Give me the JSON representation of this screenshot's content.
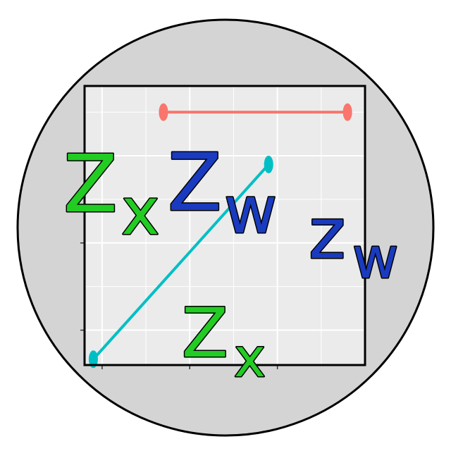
{
  "colors": {
    "background": "#ffffff",
    "badge_fill": "#d4d4d4",
    "panel_fill": "#ebebeb",
    "grid": "#ffffff",
    "outline": "#000000",
    "line_red": "#f8766d",
    "line_teal": "#00bfc4",
    "green_glyph": "#22cc22",
    "blue_glyph": "#1a3bbf"
  },
  "glyphs": {
    "zx_left_main": "Z",
    "zx_left_sub": "x",
    "zw_center_main": "Z",
    "zw_center_sub": "w",
    "zw_right_main": "z",
    "zw_right_sub": "w",
    "zx_bottom_main": "Z",
    "zx_bottom_sub": "x"
  },
  "chart_data": {
    "type": "line",
    "title": "",
    "xlabel": "",
    "ylabel": "",
    "grid": true,
    "legend": "none",
    "series": [
      {
        "color": "#f8766d",
        "x": [
          0.9,
          3.0
        ],
        "y": [
          4.75,
          4.75
        ]
      },
      {
        "color": "#00bfc4",
        "x": [
          0.1,
          2.1
        ],
        "y": [
          0.5,
          3.85
        ]
      }
    ],
    "xlim": [
      0,
      3.2
    ],
    "ylim": [
      0.4,
      5.2
    ]
  }
}
